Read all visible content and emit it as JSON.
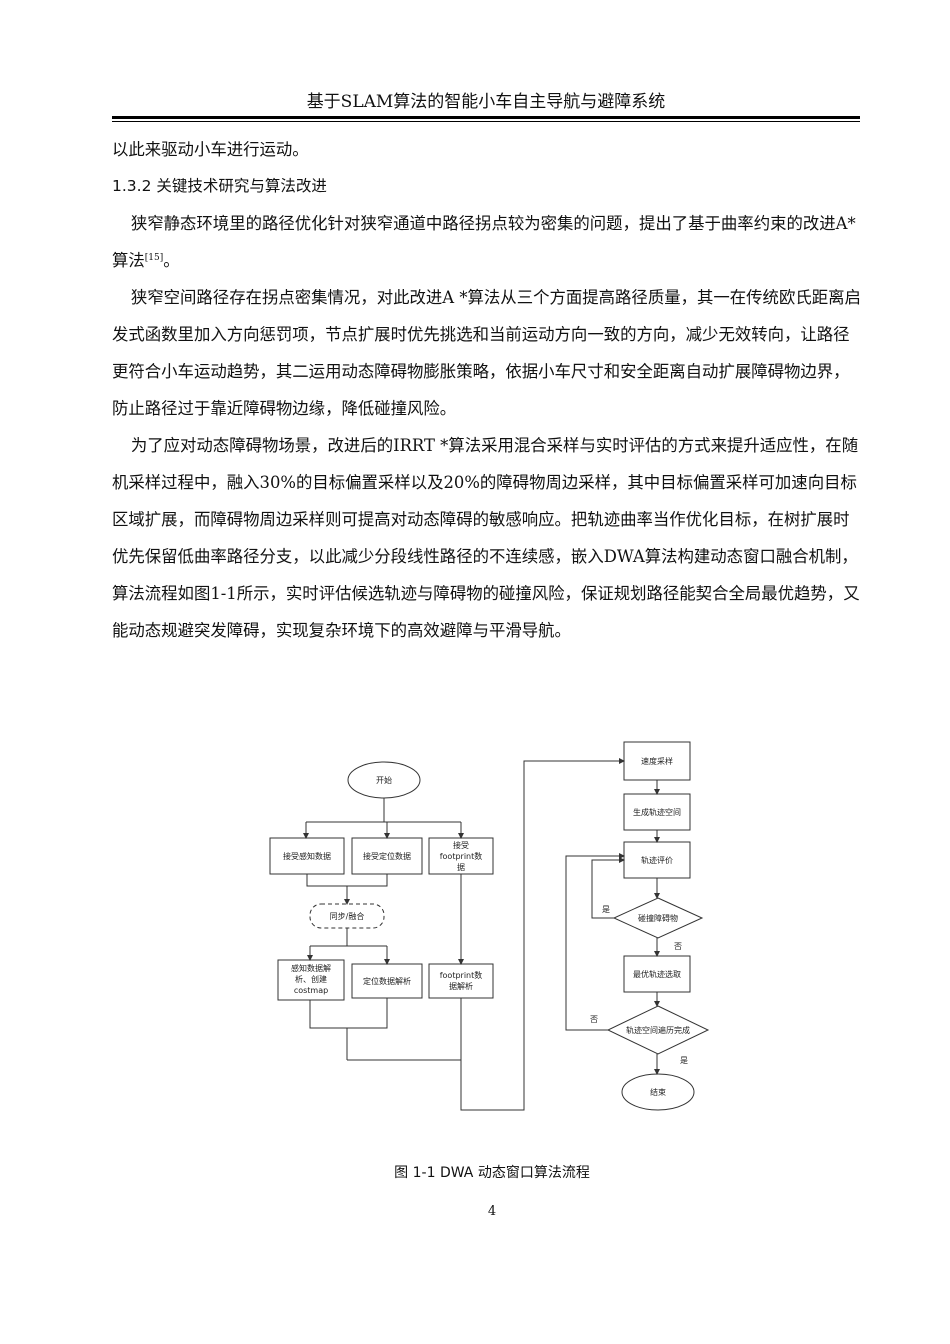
{
  "header": {
    "title": "基于SLAM算法的智能小车自主导航与避障系统"
  },
  "content": {
    "line0": "以此来驱动小车进行运动。",
    "heading": "1.3.2 关键技术研究与算法改进",
    "p1": "狭窄静态环境里的路径优化针对狭窄通道中路径拐点较为密集的问题，提出了基于曲率约束的改进A*算法",
    "p1_ref": "[15]",
    "p1_end": "。",
    "p2": "狭窄空间路径存在拐点密集情况，对此改进A *算法从三个方面提高路径质量，其一在传统欧氏距离启发式函数里加入方向惩罚项，节点扩展时优先挑选和当前运动方向一致的方向，减少无效转向，让路径更符合小车运动趋势，其二运用动态障碍物膨胀策略，依据小车尺寸和安全距离自动扩展障碍物边界，防止路径过于靠近障碍物边缘，降低碰撞风险。",
    "p3": "为了应对动态障碍物场景，改进后的IRRT *算法采用混合采样与实时评估的方式来提升适应性，在随机采样过程中，融入30%的目标偏置采样以及20%的障碍物周边采样，其中目标偏置采样可加速向目标区域扩展，而障碍物周边采样则可提高对动态障碍的敏感响应。把轨迹曲率当作优化目标，在树扩展时优先保留低曲率路径分支，以此减少分段线性路径的不连续感，嵌入DWA算法构建动态窗口融合机制，算法流程如图1-1所示，实时评估候选轨迹与障碍物的碰撞风险，保证规划路径能契合全局最优趋势，又能动态规避突发障碍，实现复杂环境下的高效避障与平滑导航。"
  },
  "flowchart": {
    "start": "开始",
    "recv_sense": "接受感知数据",
    "recv_loc": "接受定位数据",
    "recv_fp_1": "接受",
    "recv_fp_2": "footprint数",
    "recv_fp_3": "据",
    "sync": "同步/融合",
    "sense_1": "感知数据解",
    "sense_2": "析、创建",
    "sense_3": "costmap",
    "loc_parse": "定位数据解析",
    "fp_1": "footprint数",
    "fp_2": "据解析",
    "speed": "速度采样",
    "gen_space": "生成轨迹空间",
    "eval": "轨迹评价",
    "collide": "碰撞障碍物",
    "yes1": "是",
    "no1": "否",
    "optimal": "最优轨迹选取",
    "traverse": "轨迹空间遍历完成",
    "no2": "否",
    "yes2": "是",
    "end": "结束"
  },
  "caption": "图 1-1 DWA 动态窗口算法流程",
  "page_number": "4"
}
